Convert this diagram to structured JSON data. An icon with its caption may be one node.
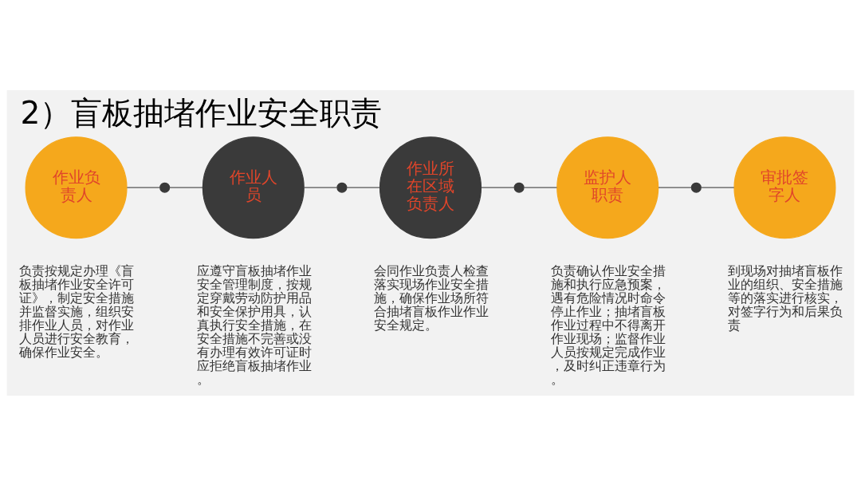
{
  "diagram": {
    "title": "2）盲板抽堵作业安全职责",
    "nodes": [
      {
        "text": [
          "作业负责人"
        ],
        "beside": [
          "负责按规定办理《盲板抽堵作业安全许可证》，制定安全措施并监督实施，组织安排作业人员，对作业人员进行安全教育，确保作业安全。"
        ]
      },
      {
        "text": [],
        "shape": "circle"
      },
      {
        "text": [
          "作业人员"
        ],
        "beside": [
          "应遵守盲板抽堵作业安全管理制度，按规定穿戴劳动防护用品和安全保护用具，认真执行安全措施，在安全措施不完善或没有办理有效许可证时应拒绝盲板抽堵作业。"
        ]
      },
      {
        "text": [],
        "shape": "circle"
      },
      {
        "text": [
          "作业所在区域负责人"
        ],
        "beside": [
          "会同作业负责人检查落实现场作业安全措施，确保作业场所符合抽堵盲板作业作业安全规定。"
        ]
      },
      {
        "text": [],
        "shape": "circle"
      },
      {
        "text": [
          "监护人职责"
        ],
        "beside": [
          "负责确认作业安全措施和执行应急预案，遇有危险情况时命令停止作业；抽堵盲板作业过程中不得离开作业现场；监督作业人员按规定完成作业，及时纠正违章行为。"
        ]
      },
      {
        "text": [],
        "shape": "circle"
      },
      {
        "text": [
          "审批签字人"
        ],
        "beside": [
          "到现场对抽堵盲板作业的组织、安全措施等的落实进行核实，对签字行为和后果负责"
        ]
      }
    ],
    "edges": [
      {
        "from": 0,
        "to": 1,
        "arrow": "none"
      },
      {
        "from": 1,
        "to": 2,
        "arrow": "none"
      },
      {
        "from": 2,
        "to": 3,
        "arrow": "none"
      },
      {
        "from": 3,
        "to": 4,
        "arrow": "none"
      },
      {
        "from": 4,
        "to": 5,
        "arrow": "none"
      },
      {
        "from": 5,
        "to": 6,
        "arrow": "none"
      },
      {
        "from": 6,
        "to": 7,
        "arrow": "none"
      },
      {
        "from": 7,
        "to": 8,
        "arrow": "none"
      }
    ]
  }
}
